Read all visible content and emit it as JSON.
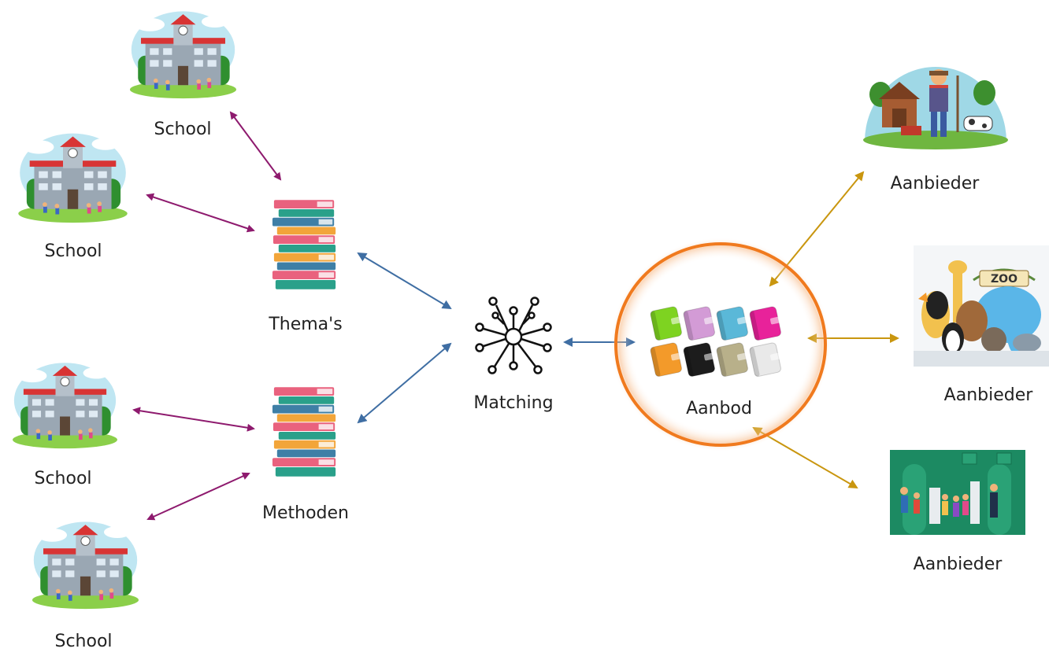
{
  "nodes": {
    "school_1": {
      "label": "School"
    },
    "school_2": {
      "label": "School"
    },
    "school_3": {
      "label": "School"
    },
    "school_4": {
      "label": "School"
    },
    "themas": {
      "label": "Thema's"
    },
    "methoden": {
      "label": "Methoden"
    },
    "matching": {
      "label": "Matching"
    },
    "aanbod": {
      "label": "Aanbod"
    },
    "aanbieder_farm": {
      "label": "Aanbieder"
    },
    "aanbieder_zoo": {
      "label": "Aanbieder",
      "sign_text": "ZOO"
    },
    "aanbieder_museum": {
      "label": "Aanbieder"
    }
  },
  "colors": {
    "school_link": "#8e1a6e",
    "matching_link": "#3f6ea3",
    "provider_link": "#c9960f",
    "highlight_ring": "#f07a1e"
  },
  "folder_colors": [
    "#7ed321",
    "#d39bd6",
    "#5ab8d8",
    "#e8229a",
    "#f39a2a",
    "#1c1c1c",
    "#b8b08a",
    "#e9e9e9"
  ]
}
